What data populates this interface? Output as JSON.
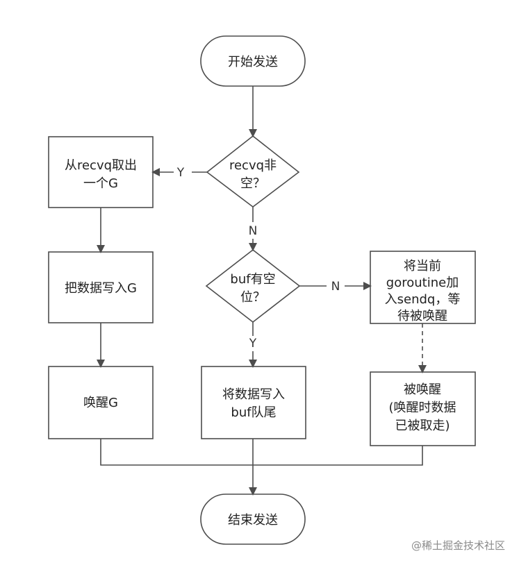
{
  "nodes": {
    "start": "开始发送",
    "recvq_check": [
      "recvq非",
      "空？"
    ],
    "take_g": [
      "从recvq取出",
      "一个G"
    ],
    "write_g": "把数据写入G",
    "wake_g": "唤醒G",
    "buf_check": [
      "buf有空",
      "位？"
    ],
    "write_buf": [
      "将数据写入",
      "buf队尾"
    ],
    "enqueue_sendq": [
      "将当前",
      "goroutine加",
      "入sendq，等",
      "待被唤醒"
    ],
    "woken": [
      "被唤醒",
      "(唤醒时数据",
      "已被取走)"
    ],
    "end": "结束发送"
  },
  "edge_labels": {
    "recvq_yes": "Y",
    "recvq_no": "N",
    "buf_no": "N",
    "buf_yes": "Y"
  },
  "watermark": "@稀土掘金技术社区",
  "colors": {
    "stroke": "#4d4d4d",
    "fill": "#ffffff",
    "text": "#222222"
  }
}
